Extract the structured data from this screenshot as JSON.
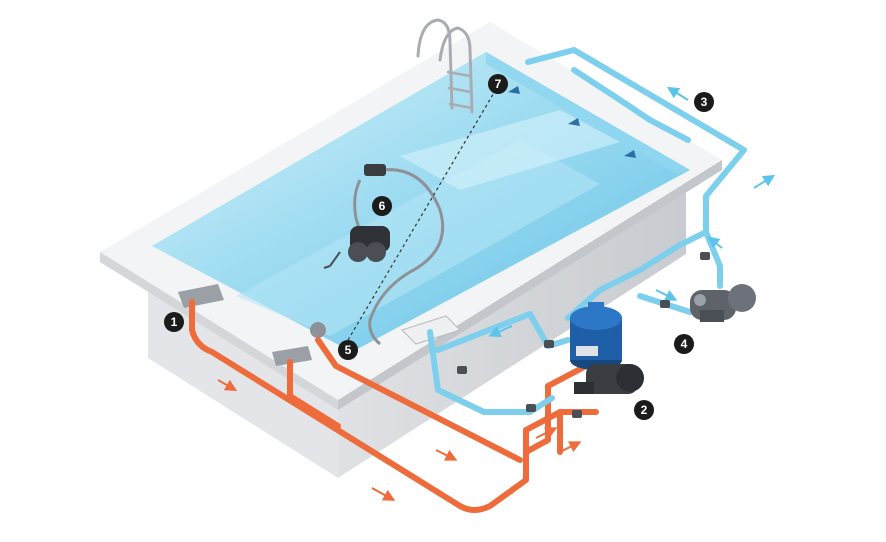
{
  "colors": {
    "background": "#ffffff",
    "water_light": "#bfeaf7",
    "water_mid": "#7fd3ee",
    "water_dark": "#4fb8e0",
    "deck_top": "#f2f3f4",
    "deck_side": "#d7d9dc",
    "wall_front": "#e4e6e8",
    "wall_right": "#c9ccd0",
    "return_pipe": "#7dcfee",
    "suction_pipe": "#ee6b3b",
    "badge": "#1b1b1b",
    "equipment_dark": "#3a3d42",
    "filter_blue": "#1f5fa8"
  },
  "labels": [
    {
      "id": "1",
      "text": "1",
      "icon": "main-drain"
    },
    {
      "id": "2",
      "text": "2",
      "icon": "filter-pump"
    },
    {
      "id": "3",
      "text": "3",
      "icon": "return-line"
    },
    {
      "id": "4",
      "text": "4",
      "icon": "booster-pump"
    },
    {
      "id": "5",
      "text": "5",
      "icon": "vacuum-inlet"
    },
    {
      "id": "6",
      "text": "6",
      "icon": "pool-cleaner-robot"
    },
    {
      "id": "7",
      "text": "7",
      "icon": "return-jet"
    }
  ]
}
